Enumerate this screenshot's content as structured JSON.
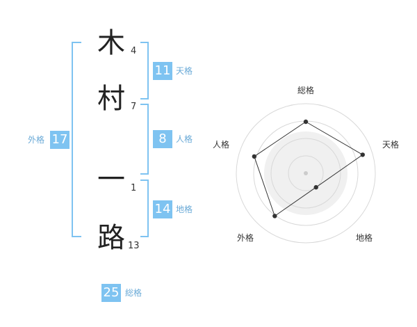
{
  "name": {
    "chars": [
      {
        "char": "木",
        "strokes": "4"
      },
      {
        "char": "村",
        "strokes": "7"
      },
      {
        "char": "一",
        "strokes": "1"
      },
      {
        "char": "路",
        "strokes": "13"
      }
    ]
  },
  "fortunes": {
    "tenkaku": {
      "value": "11",
      "label": "天格"
    },
    "jinkaku": {
      "value": "8",
      "label": "人格"
    },
    "chikaku": {
      "value": "14",
      "label": "地格"
    },
    "gaikaku": {
      "value": "17",
      "label": "外格"
    },
    "soukaku": {
      "value": "25",
      "label": "総格"
    }
  },
  "colors": {
    "accent": "#7ec3f1",
    "label": "#6aaad7"
  },
  "chart_data": {
    "type": "radar",
    "axes": [
      "総格",
      "天格",
      "地格",
      "外格",
      "人格"
    ],
    "values": [
      0.74,
      0.86,
      0.25,
      0.76,
      0.78
    ],
    "range": [
      0,
      1
    ],
    "rings": 4,
    "grid": true
  }
}
